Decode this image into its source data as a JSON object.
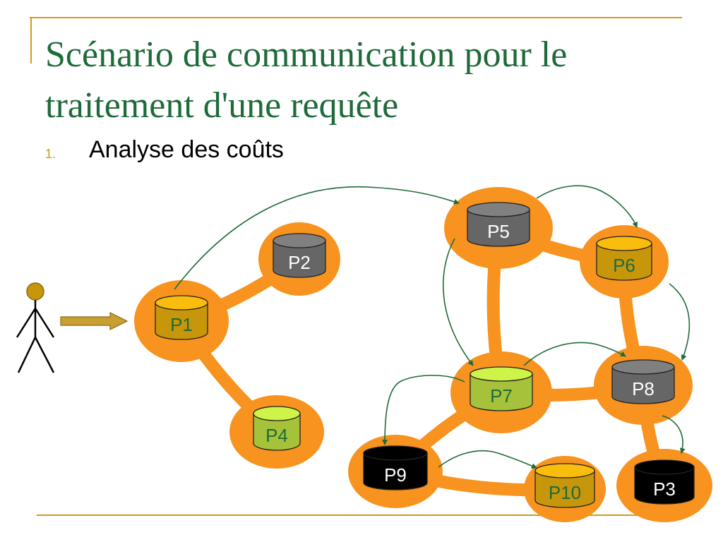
{
  "title": {
    "line1": "Scénario de communication pour le",
    "line2": "traitement d'une requête"
  },
  "bullet": {
    "number": "1.",
    "text": "Analyse des coûts"
  },
  "nodes": [
    {
      "id": "P1",
      "label": "P1",
      "fill": "#c8960a",
      "text_color": "#1e6b3a"
    },
    {
      "id": "P2",
      "label": "P2",
      "fill": "#666666",
      "text_color": "#ffffff"
    },
    {
      "id": "P4",
      "label": "P4",
      "fill": "#a5c23a",
      "text_color": "#1e6b3a"
    },
    {
      "id": "P5",
      "label": "P5",
      "fill": "#666666",
      "text_color": "#ffffff"
    },
    {
      "id": "P6",
      "label": "P6",
      "fill": "#c8960a",
      "text_color": "#1e6b3a"
    },
    {
      "id": "P7",
      "label": "P7",
      "fill": "#a5c23a",
      "text_color": "#1e6b3a"
    },
    {
      "id": "P8",
      "label": "P8",
      "fill": "#666666",
      "text_color": "#ffffff"
    },
    {
      "id": "P9",
      "label": "P9",
      "fill": "#000000",
      "text_color": "#ffffff"
    },
    {
      "id": "P10",
      "label": "P10",
      "fill": "#c8960a",
      "text_color": "#1e6b3a"
    },
    {
      "id": "P3",
      "label": "P3",
      "fill": "#000000",
      "text_color": "#ffffff"
    }
  ],
  "links": [
    [
      "P1",
      "P2"
    ],
    [
      "P1",
      "P4"
    ],
    [
      "P5",
      "P6"
    ],
    [
      "P5",
      "P7"
    ],
    [
      "P6",
      "P8"
    ],
    [
      "P7",
      "P8"
    ],
    [
      "P7",
      "P9"
    ],
    [
      "P8",
      "P3"
    ],
    [
      "P9",
      "P10"
    ]
  ],
  "messages": [
    [
      "P1",
      "P5"
    ],
    [
      "P5",
      "P6"
    ],
    [
      "P5",
      "P7"
    ],
    [
      "P6",
      "P8"
    ],
    [
      "P7",
      "P8"
    ],
    [
      "P7",
      "P9"
    ],
    [
      "P8",
      "P3"
    ],
    [
      "P9",
      "P10"
    ]
  ],
  "colors": {
    "title": "#1e6b3a",
    "accent_line": "#d29a1a",
    "link": "#f7931e",
    "message_arrow": "#1e6b3a",
    "request_arrow": "#c8a032"
  },
  "icons": {
    "user": "stick-figure-icon",
    "request": "arrow-right-icon"
  }
}
